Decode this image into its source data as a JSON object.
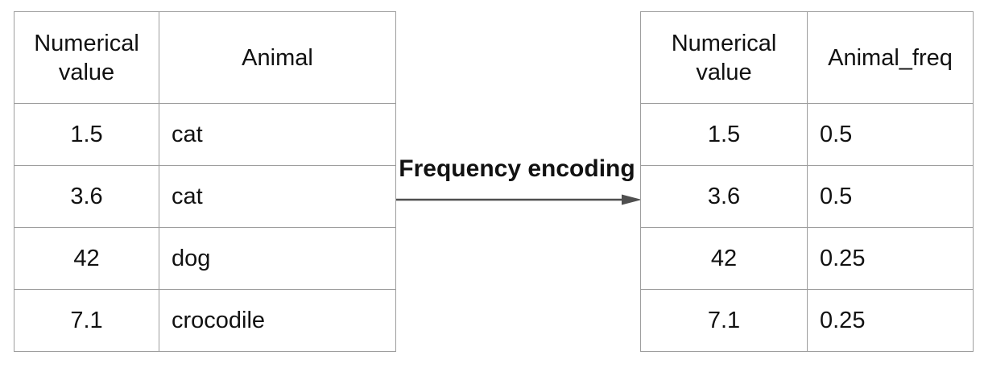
{
  "diagram": {
    "label": "Frequency encoding"
  },
  "left_table": {
    "columns": [
      "Numerical value",
      "Animal"
    ],
    "rows": [
      [
        "1.5",
        "cat"
      ],
      [
        "3.6",
        "cat"
      ],
      [
        "42",
        "dog"
      ],
      [
        "7.1",
        "crocodile"
      ]
    ]
  },
  "right_table": {
    "columns": [
      "Numerical value",
      "Animal_freq"
    ],
    "rows": [
      [
        "1.5",
        "0.5"
      ],
      [
        "3.6",
        "0.5"
      ],
      [
        "42",
        "0.25"
      ],
      [
        "7.1",
        "0.25"
      ]
    ]
  },
  "colors": {
    "table_border": "#9e9e9e",
    "text": "#111111",
    "arrow": "#4f4f4f"
  }
}
